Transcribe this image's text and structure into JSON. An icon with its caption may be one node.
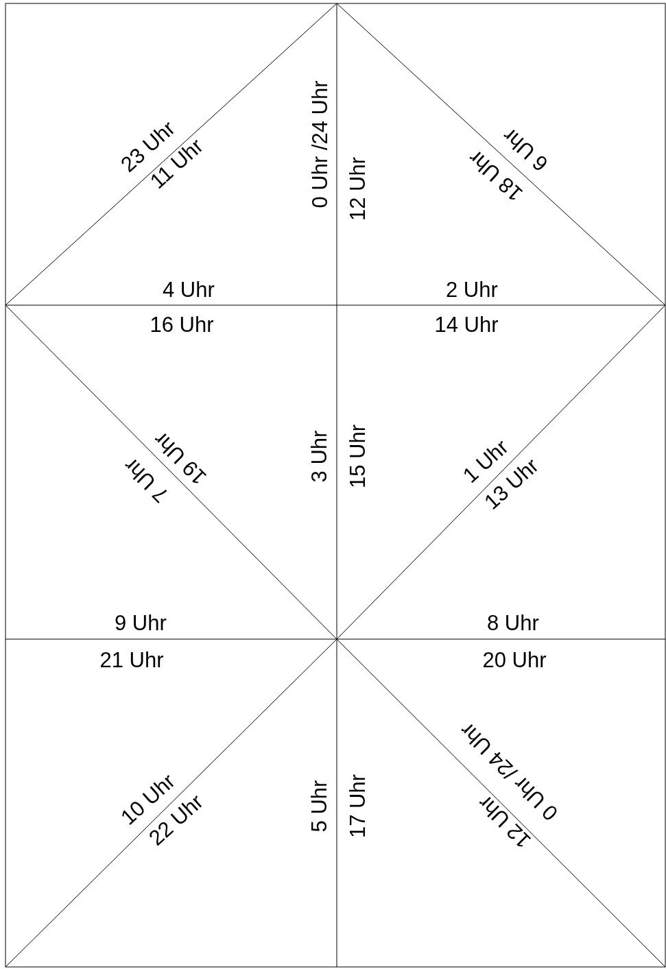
{
  "diagram": {
    "labels": [
      "23 Uhr",
      "11 Uhr",
      "0 Uhr /24 Uhr",
      "12 Uhr",
      "6 Uhr",
      "18 Uhr",
      "4 Uhr",
      "2 Uhr",
      "16 Uhr",
      "14 Uhr",
      "7 Uhr",
      "19 Uhr",
      "3 Uhr",
      "15 Uhr",
      "1 Uhr",
      "13 Uhr",
      "9 Uhr",
      "8 Uhr",
      "21 Uhr",
      "20 Uhr",
      "10 Uhr",
      "22 Uhr",
      "5 Uhr",
      "17 Uhr",
      "0 Uhr /24 Uhr",
      "12 Uhr"
    ]
  }
}
